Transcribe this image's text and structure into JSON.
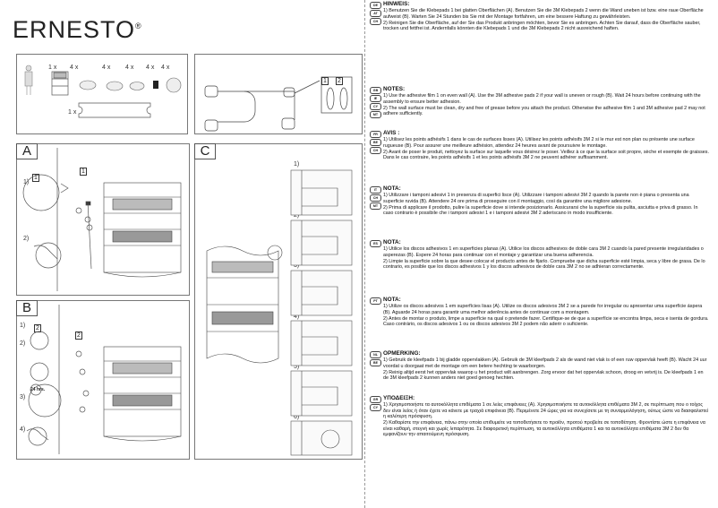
{
  "brand": {
    "name": "ERNESTO",
    "mark": "®"
  },
  "overview": {
    "counts": [
      "1 x",
      "4 x",
      "4 x",
      "4 x",
      "4 x",
      "4 x"
    ],
    "badges": [
      "1",
      "2",
      "1"
    ],
    "board_count": "1 x"
  },
  "panels": {
    "A": {
      "letter": "A",
      "steps": [
        "1)",
        "2)"
      ],
      "badge": "1"
    },
    "B": {
      "letter": "B",
      "steps": [
        "1)",
        "2)",
        "3)",
        "4)"
      ],
      "badge": "2",
      "time": "24 hrs."
    },
    "C": {
      "letter": "C",
      "steps": [
        "1)",
        "2)",
        "3)",
        "4)",
        "5)",
        "6)"
      ]
    }
  },
  "sections": [
    {
      "flags": [
        "DE",
        "AT",
        "CH"
      ],
      "title": "HINWEIS:",
      "items": [
        "1)  Benutzen Sie die Klebepads 1 bei glatten Oberflächen (A). Benutzen Sie die 3M Klebepads 2 wenn die Wand uneben ist bzw. eine raue Oberfläche aufweist (B). Warten Sie 24 Stunden bis Sie mit der Montage fortfahren, um eine bessere Haftung zu gewährleisten.",
        "2)  Reinigen Sie die Oberfläche, auf der Sie das Produkt anbringen möchten, bevor Sie es anbringen. Achten Sie darauf, dass die Oberfläche sauber, trocken und fettfrei ist. Andernfalls könnten die Klebepads 1 und die 3M Klebepads 2 nicht ausreichend haften."
      ]
    },
    {
      "flags": [
        "GB",
        "IE",
        "CY",
        "MT"
      ],
      "title": "NOTES:",
      "items": [
        "1)  Use the adhesive film 1 on even wall (A). Use the 3M adhesive pads 2 if your wall is uneven or rough (B). Wait 24 hours before continuing with the assembly to ensure better adhesion.",
        "2)  The wall surface must be clean, dry and free of grease before you attach the product. Otherwise the adhesive film 1 and 3M adhesive pad 2 may not adhere sufficiently."
      ]
    },
    {
      "flags": [
        "FR",
        "BE",
        "CH"
      ],
      "title": "AVIS :",
      "items": [
        "1)  Utilisez les points adhésifs 1 dans le cas de surfaces lisses (A). Utilisez les points adhésifs 3M 2 si le mur est non plan ou présente une surface rugueuse (B). Pour assurer une meilleure adhésion, attendez 24 heures avant de poursuivre le montage.",
        "2)  Avant de poser le produit, nettoyez la surface sur laquelle vous désirez le poser. Veillez à ce que la surface soit propre, sèche et exempte de graisses. Dans le cas contraire, les points adhésifs 1 et les points adhésifs 3M 2 ne peuvent adhérer suffisamment."
      ]
    },
    {
      "flags": [
        "IT",
        "CH",
        "MT"
      ],
      "title": "NOTA:",
      "items": [
        "1)  Utilizzare i tamponi adesivi 1 in presenza di superfici lisce (A). Utilizzare i tamponi adesivi 3M 2 quando la parete non è piana o presenta una superficie ruvida (B). Attendere 24 ore prima di proseguire con il montaggio, così da garantire una migliore adesione.",
        "2)  Prima di applicare il prodotto, pulire la superficie dove si intende posizionarlo. Assicurarsi che la superficie sia pulita, asciutta e priva di grasso. In caso contrario è possibile che i tamponi adesivi 1 e i tamponi adesivi 3M 2 aderiscano in modo insufficiente."
      ]
    },
    {
      "flags": [
        "ES"
      ],
      "title": "NOTA:",
      "items": [
        "1)  Utilice los discos adhesivos 1 en superficies planas (A). Utilice los discos adhesivos de doble cara 3M 2 cuando la pared presente irregularidades o asperezas (B). Espere 24 horas para continuar con el montaje y garantizar una buena adherencia.",
        "2)  Limpie la superficie sobre la que desee colocar el producto antes de fijarlo. Compruebe que dicha superficie esté limpia, seca y libre de grasa. De lo contrario, es posible que los discos adhesivos 1 y los discos adhesivos de doble cara 3M 2 no se adhieran correctamente."
      ]
    },
    {
      "flags": [
        "PT"
      ],
      "title": "NOTA:",
      "items": [
        "1)  Utilize os discos adesivos 1 em superfícies lisas (A). Utilize os discos adesivos 3M 2 se a parede for irregular ou apresentar uma superfície áspera (B). Aguarde 24 horas para garantir uma melhor aderência antes de continuar com a montagem.",
        "2)  Antes de montar o produto, limpe a superfície na qual o pretende fazer. Certifique-se de que a superfície se encontra limpa, seca e isenta de gordura. Caso contrário, os discos adesivos 1 ou os discos adesivos 3M 2 podem não aderir o suficiente."
      ]
    },
    {
      "flags": [
        "NL",
        "BE"
      ],
      "title": "OPMERKING:",
      "items": [
        "1)  Gebruik de kleefpads 1 bij gladde oppervlakken (A). Gebruik de 3M kleefpads 2 als de wand niet vlak is of een ruw oppervlak heeft (B). Wacht 24 uur voordat u doorgaat met de montage om een betere hechting te waarborgen.",
        "2)  Reinig altijd eerst het oppervlak waarop u het product wilt aanbrengen. Zorg ervoor dat het oppervlak schoon, droog en vetvrij is. De kleefpads 1 en de 3M kleefpads 2 kunnen anders niet goed genoeg hechten."
      ]
    },
    {
      "flags": [
        "GR",
        "CY"
      ],
      "title": "ΥΠΟΔΕΙΞΗ:",
      "items": [
        "1)  Χρησιμοποιήστε τα αυτοκόλλητα επιθέματα 1 σε λείες επιφάνειες (A). Χρησιμοποιήστε τα αυτοκόλλητα επιθέματα 3M 2, σε περίπτωση που ο τοίχος δεν είναι λείος ή όταν έχετε να κάνετε με τραχιά επιφάνεια (B). Περιμένετε 24 ώρες για να συνεχίσετε με τη συναρμολόγηση, ούτως ώστε να διασφαλιστεί η καλύτερη πρόσφυση.",
        "2)  Καθαρίστε την επιφάνεια, πάνω στην οποία επιθυμείτε να τοποθετήσετε το προϊόν, προτού προβείτε σε τοποθέτηση. Φροντίστε ώστε η επιφάνεια να είναι καθαρή, στεγνή και χωρίς λιπαρότητα. Σε διαφορετική περίπτωση, τα αυτοκόλλητα επιθέματα 1 και τα αυτοκόλλητα επιθέματα 3M 2 δεν θα εμφανίζουν την απαιτούμενη πρόσφυση."
      ]
    }
  ]
}
